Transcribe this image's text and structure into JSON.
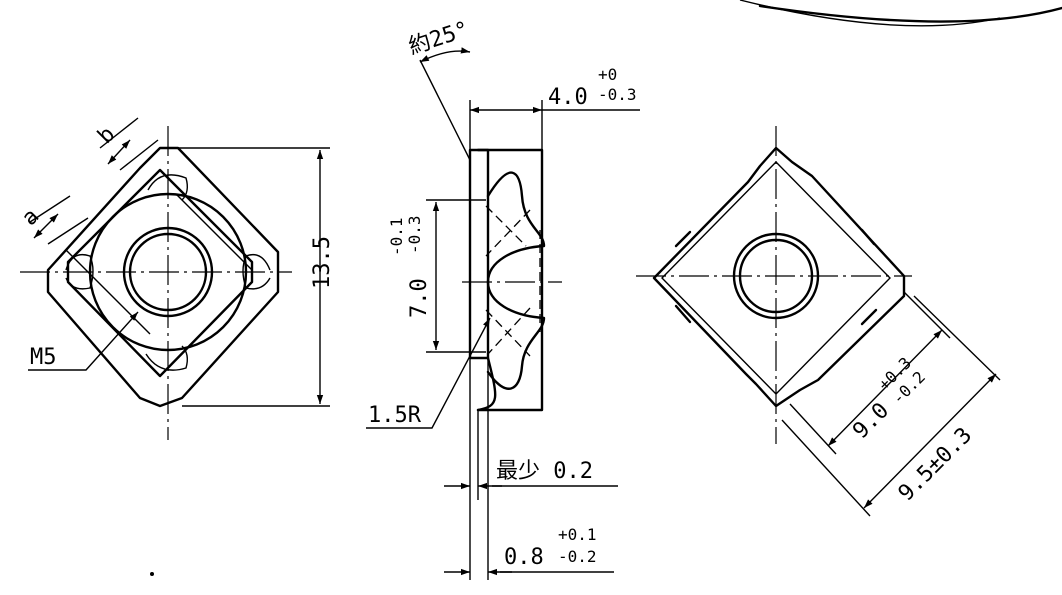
{
  "front_view": {
    "label_a": "a",
    "label_b": "b",
    "label_m5": "M5",
    "dim_height": "13.5"
  },
  "side_view": {
    "angle_label": "約25°",
    "dim_thickness_value": "4.0",
    "dim_thickness_upper": "+0",
    "dim_thickness_lower": "-0.3",
    "dim_height_value": "7.0",
    "dim_height_upper": "-0.1",
    "dim_height_lower": "-0.3",
    "radius_label": "1.5R",
    "min_label": "最少 0.2",
    "dim_plate_value": "0.8",
    "dim_plate_upper": "+0.1",
    "dim_plate_lower": "-0.2"
  },
  "back_view": {
    "dim_inner_value": "9.0",
    "dim_inner_upper": "+0.3",
    "dim_inner_lower": "-0.2",
    "dim_outer_label": "9.5±0.3"
  }
}
